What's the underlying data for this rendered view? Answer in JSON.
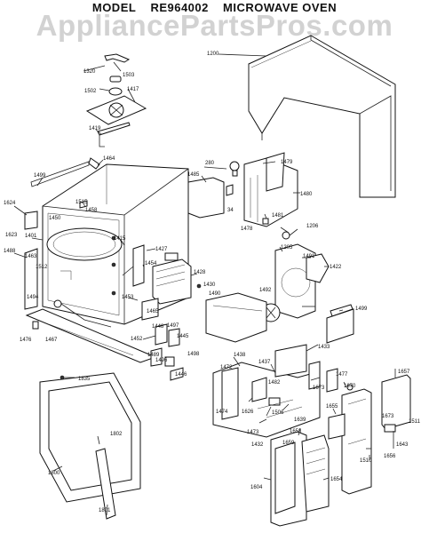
{
  "header": {
    "model_label": "MODEL",
    "model_number": "RE964002",
    "product": "MICROWAVE OVEN"
  },
  "watermark": "AppliancePartsPros.com",
  "parts": [
    {
      "id": "p1320",
      "text": "1320"
    },
    {
      "id": "p1503",
      "text": "1503"
    },
    {
      "id": "p1502",
      "text": "1502"
    },
    {
      "id": "p1417",
      "text": "1417"
    },
    {
      "id": "p1419",
      "text": "1419"
    },
    {
      "id": "p1200",
      "text": "1200"
    },
    {
      "id": "p1464",
      "text": "1464"
    },
    {
      "id": "p1499",
      "text": "1499"
    },
    {
      "id": "p1624",
      "text": "1624"
    },
    {
      "id": "p1623",
      "text": "1623"
    },
    {
      "id": "p1515",
      "text": "1515"
    },
    {
      "id": "p1458",
      "text": "1458"
    },
    {
      "id": "p1450",
      "text": "1450"
    },
    {
      "id": "p1401",
      "text": "1401"
    },
    {
      "id": "p1415",
      "text": "1415"
    },
    {
      "id": "p1427",
      "text": "1427"
    },
    {
      "id": "p1488",
      "text": "1488"
    },
    {
      "id": "p1463",
      "text": "1463"
    },
    {
      "id": "p1512",
      "text": "1512"
    },
    {
      "id": "p1454",
      "text": "1454"
    },
    {
      "id": "p1428",
      "text": "1428"
    },
    {
      "id": "p1430",
      "text": "1430"
    },
    {
      "id": "p1494",
      "text": "1494"
    },
    {
      "id": "p1453",
      "text": "1453"
    },
    {
      "id": "p1465",
      "text": "1465"
    },
    {
      "id": "p1476",
      "text": "1476"
    },
    {
      "id": "p1467",
      "text": "1467"
    },
    {
      "id": "p1452",
      "text": "1452"
    },
    {
      "id": "p1448",
      "text": "1448"
    },
    {
      "id": "p1497",
      "text": "1497"
    },
    {
      "id": "p1445",
      "text": "1445"
    },
    {
      "id": "p1489",
      "text": "1489"
    },
    {
      "id": "p1496",
      "text": "1496"
    },
    {
      "id": "p1498",
      "text": "1498"
    },
    {
      "id": "p1446",
      "text": "1446"
    },
    {
      "id": "p280",
      "text": "280"
    },
    {
      "id": "p1485",
      "text": "1485"
    },
    {
      "id": "p1479",
      "text": "1479"
    },
    {
      "id": "p1480",
      "text": "1480"
    },
    {
      "id": "p34",
      "text": "34"
    },
    {
      "id": "p1481",
      "text": "1481"
    },
    {
      "id": "p1206",
      "text": "1206"
    },
    {
      "id": "p1478",
      "text": "1478"
    },
    {
      "id": "p1205",
      "text": "1205"
    },
    {
      "id": "p1491",
      "text": "1491"
    },
    {
      "id": "p1422",
      "text": "1422"
    },
    {
      "id": "p1490",
      "text": "1490"
    },
    {
      "id": "p1492",
      "text": "1492"
    },
    {
      "id": "p1499b",
      "text": "1499"
    },
    {
      "id": "p1433",
      "text": "1433"
    },
    {
      "id": "p1438",
      "text": "1438"
    },
    {
      "id": "p1437",
      "text": "1437"
    },
    {
      "id": "p1472",
      "text": "1472"
    },
    {
      "id": "p1477",
      "text": "1477"
    },
    {
      "id": "p1657",
      "text": "1657"
    },
    {
      "id": "p1673",
      "text": "1673"
    },
    {
      "id": "p1670",
      "text": "1670"
    },
    {
      "id": "p1482",
      "text": "1482"
    },
    {
      "id": "p1474",
      "text": "1474"
    },
    {
      "id": "p1626",
      "text": "1626"
    },
    {
      "id": "p1506",
      "text": "1506"
    },
    {
      "id": "p1639",
      "text": "1639"
    },
    {
      "id": "p1655",
      "text": "1655"
    },
    {
      "id": "p1473",
      "text": "1473"
    },
    {
      "id": "p1658",
      "text": "1658"
    },
    {
      "id": "p1673b",
      "text": "1673"
    },
    {
      "id": "p1511",
      "text": "1511"
    },
    {
      "id": "p1643",
      "text": "1643"
    },
    {
      "id": "p1432",
      "text": "1432"
    },
    {
      "id": "p1659",
      "text": "1659"
    },
    {
      "id": "p1510",
      "text": "1510"
    },
    {
      "id": "p1656",
      "text": "1656"
    },
    {
      "id": "p1604",
      "text": "1604"
    },
    {
      "id": "p1654",
      "text": "1654"
    },
    {
      "id": "p1835",
      "text": "1835"
    },
    {
      "id": "p1802",
      "text": "1802"
    },
    {
      "id": "p1800",
      "text": "1800"
    },
    {
      "id": "p1801",
      "text": "1801"
    }
  ]
}
